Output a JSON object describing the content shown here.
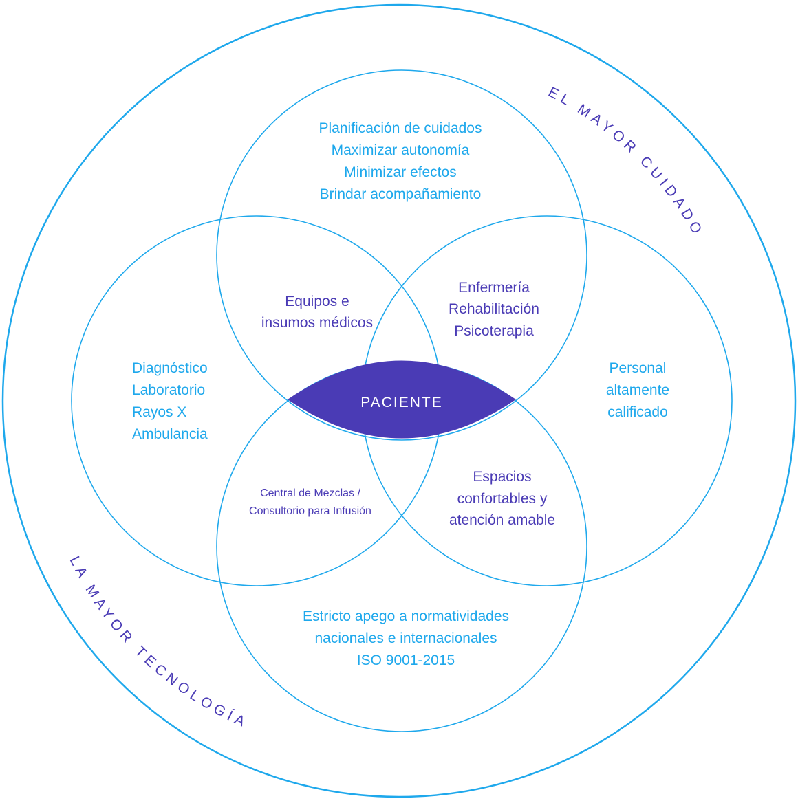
{
  "colors": {
    "outline": "#1ea8ec",
    "accent": "#4a3bb5",
    "background": "#ffffff"
  },
  "outer_labels": {
    "top_right": "EL MAYOR CUIDADO",
    "bottom_left": "LA MAYOR TECNOLOGÍA"
  },
  "center": {
    "label": "PACIENTE"
  },
  "circles": {
    "top": [
      "Planificación de cuidados",
      "Maximizar autonomía",
      "Minimizar efectos",
      "Brindar acompañamiento"
    ],
    "left": [
      "Diagnóstico",
      "Laboratorio",
      "Rayos X",
      "Ambulancia"
    ],
    "right": [
      "Personal",
      "altamente",
      "calificado"
    ],
    "bottom": [
      "Estricto apego a normatividades",
      "nacionales e internacionales",
      "ISO 9001-2015"
    ]
  },
  "overlaps": {
    "top_left": [
      "Equipos e",
      "insumos médicos"
    ],
    "top_right": [
      "Enfermería",
      "Rehabilitación",
      "Psicoterapia"
    ],
    "bottom_left": [
      "Central de Mezclas /",
      "Consultorio para Infusión"
    ],
    "bottom_right": [
      "Espacios",
      "confortables y",
      "atención amable"
    ]
  }
}
